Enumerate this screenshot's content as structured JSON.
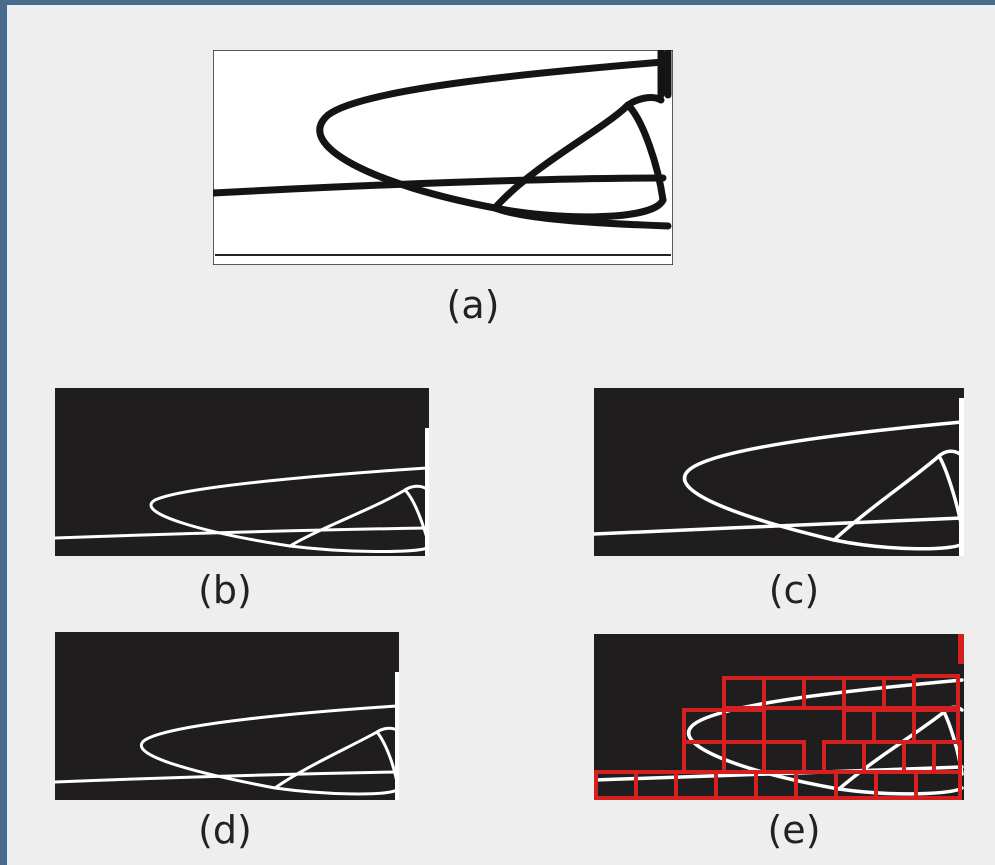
{
  "figure": {
    "panels": [
      {
        "id": "a",
        "label": "(a)",
        "style": "original-grayscale"
      },
      {
        "id": "b",
        "label": "(b)",
        "style": "binary-inverted"
      },
      {
        "id": "c",
        "label": "(c)",
        "style": "binary-inverted"
      },
      {
        "id": "d",
        "label": "(d)",
        "style": "binary-inverted"
      },
      {
        "id": "e",
        "label": "(e)",
        "style": "binary-with-red-grid-boxes"
      }
    ]
  },
  "colors": {
    "frame_border": "#4a6b8a",
    "background": "#eeeeee",
    "panel_dark": "#1f1d1e",
    "stroke_light": "#ffffff",
    "stroke_dark": "#141414",
    "box_outline": "#d42020"
  }
}
